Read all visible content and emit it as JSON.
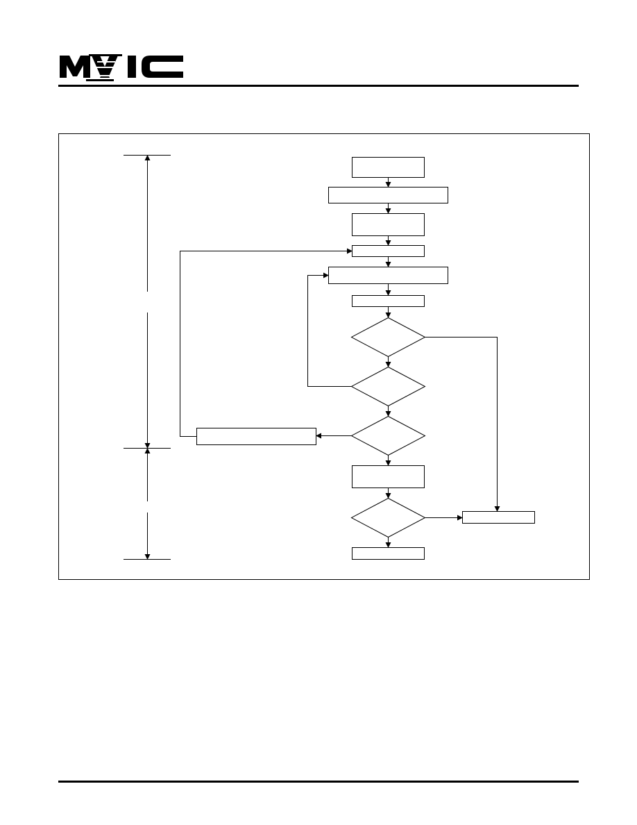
{
  "header": {
    "logo_text": "MXIC"
  },
  "flowchart": {
    "nodes": [
      {
        "id": "start",
        "shape": "box",
        "text": ""
      },
      {
        "id": "step1",
        "shape": "box",
        "text": ""
      },
      {
        "id": "step2",
        "shape": "box",
        "text": ""
      },
      {
        "id": "step3",
        "shape": "box",
        "text": ""
      },
      {
        "id": "step4",
        "shape": "box",
        "text": ""
      },
      {
        "id": "step5",
        "shape": "box",
        "text": ""
      },
      {
        "id": "decision1",
        "shape": "diamond",
        "text": ""
      },
      {
        "id": "decision2",
        "shape": "diamond",
        "text": ""
      },
      {
        "id": "decision3",
        "shape": "diamond",
        "text": ""
      },
      {
        "id": "loop-box",
        "shape": "box",
        "text": ""
      },
      {
        "id": "step6",
        "shape": "box",
        "text": ""
      },
      {
        "id": "decision4",
        "shape": "diamond",
        "text": ""
      },
      {
        "id": "end-box",
        "shape": "box",
        "text": ""
      },
      {
        "id": "fail-box",
        "shape": "box",
        "text": ""
      }
    ]
  }
}
